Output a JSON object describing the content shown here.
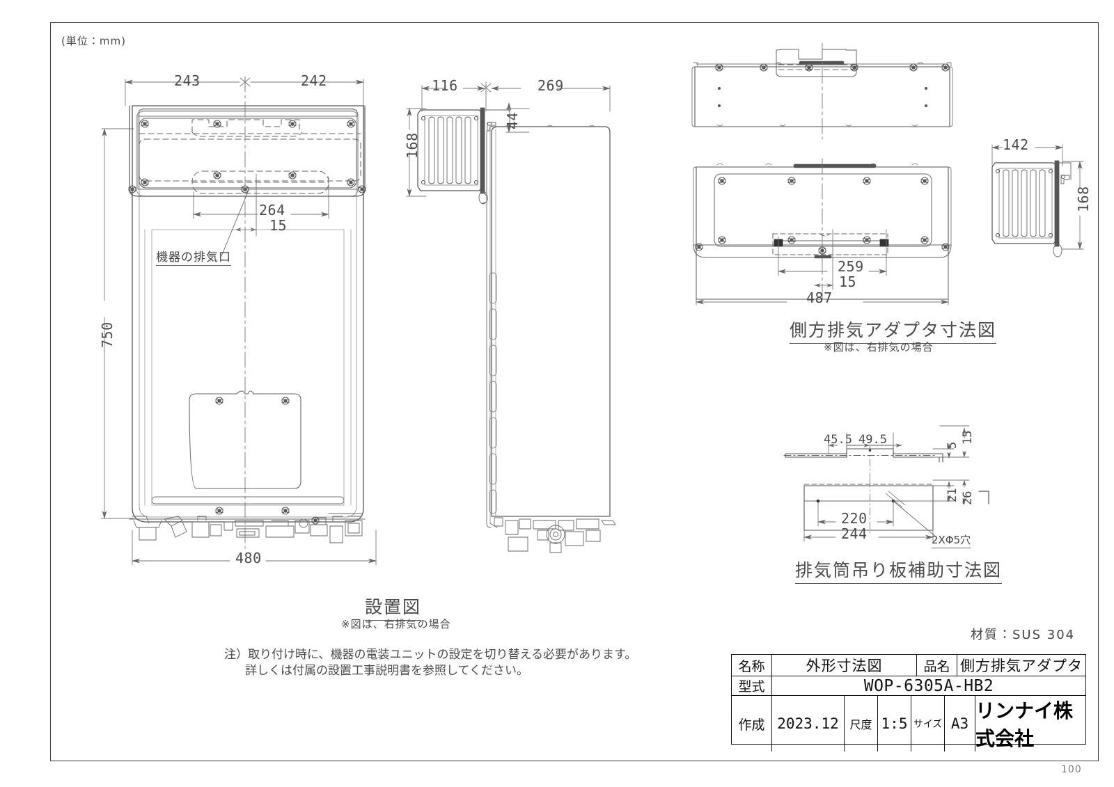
{
  "sheet": {
    "unit_note": "(単位：mm)",
    "material": "材質：SUS 304",
    "page_number": "100"
  },
  "views": {
    "installation": {
      "caption": "設置図",
      "subcaption": "※図は、右排気の場合",
      "callout_label": "機器の排気口",
      "dimensions": {
        "top_left": "243",
        "top_right": "242",
        "exhaust_width": "264",
        "exhaust_offset": "15",
        "height": "750",
        "width": "480",
        "side_depth_front": "116",
        "side_depth_body": "269",
        "adapter_height": "168",
        "adapter_top_gap": "44"
      }
    },
    "side_exhaust_adapter": {
      "caption": "側方排気アダプタ寸法図",
      "subcaption": "※図は、右排気の場合",
      "dimensions": {
        "slot_span": "259",
        "slot_offset": "15",
        "overall_width": "487",
        "louver_width": "142",
        "louver_height": "168"
      }
    },
    "flue_hanger_plate": {
      "caption": "排気筒吊り板補助寸法図",
      "dimensions": {
        "left_step": "45.5",
        "right_step": "49.5",
        "step_depth": "5",
        "flange_height": "15",
        "hole_pitch_edge": "21",
        "plate_height": "26",
        "hole_span": "220",
        "plate_width": "244"
      },
      "hole_note": "2XΦ5穴"
    }
  },
  "notes": {
    "line1": "注）取り付け時に、機器の電装ユニットの設定を切り替える必要があります。",
    "line2": "詳しくは付属の設置工事説明書を参照してください。"
  },
  "title_block": {
    "name_key": "名称",
    "name_value": "外形寸法図",
    "part_key": "品名",
    "part_value": "側方排気アダプタ",
    "model_key": "型式",
    "model_value": "WOP-6305A-HB2",
    "created_key": "作成",
    "created_value": "2023.12",
    "scale_key": "尺度",
    "scale_value": "1:5",
    "size_key": "サイズ",
    "size_value": "A3",
    "company": "リンナイ株式会社"
  },
  "colors": {
    "line": "#555555",
    "line_light": "#888888",
    "frame": "#3a3a3a",
    "text": "#3b3b3b"
  }
}
